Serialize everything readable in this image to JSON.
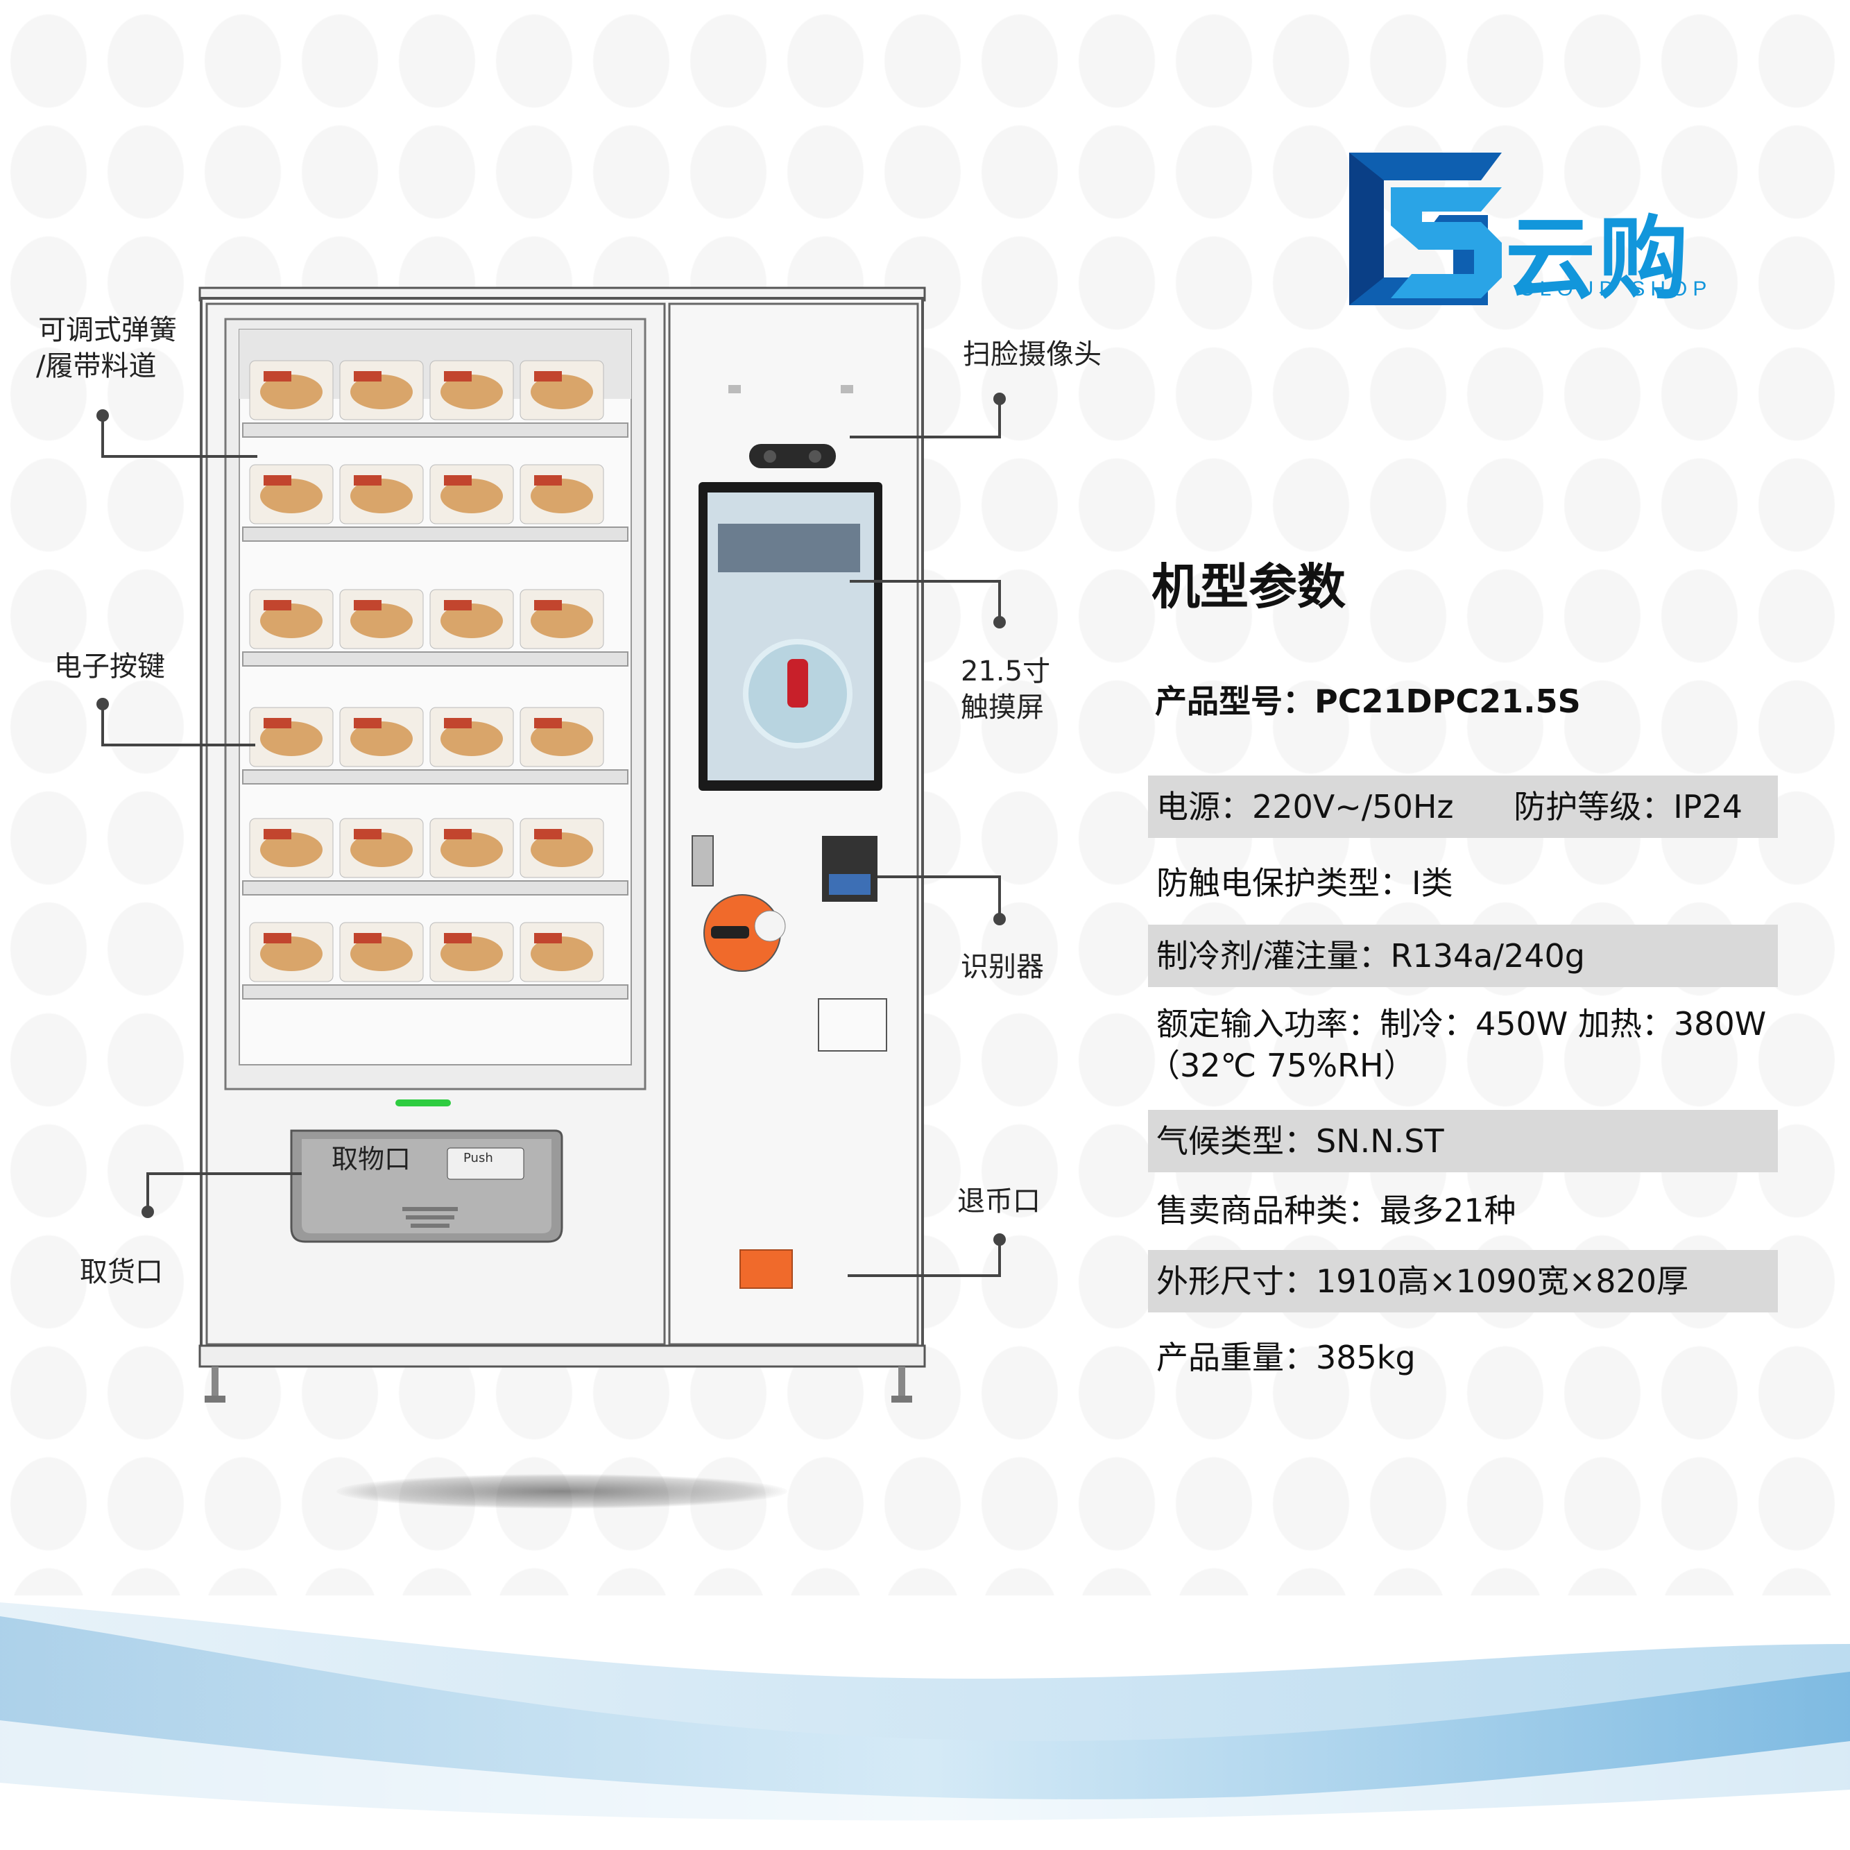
{
  "brand": {
    "name_cn": "云购",
    "name_en": "CLOUD  SHOP"
  },
  "machine": {
    "slot_label": "取物口",
    "push_label": "Push"
  },
  "callouts": {
    "spring_lane": [
      "可调式弹簧",
      "/履带料道"
    ],
    "electronic_keys": "电子按键",
    "pickup_port": "取货口",
    "face_camera": "扫脸摄像头",
    "touchscreen": [
      "21.5寸",
      "触摸屏"
    ],
    "recognizer": "识别器",
    "coin_return": "退币口"
  },
  "specs": {
    "title": "机型参数",
    "model": "产品型号：PC21DPC21.5S",
    "rows": [
      {
        "text": "电源：220V~/50Hz",
        "text2": "防护等级：IP24",
        "shaded": true
      },
      {
        "text": "防触电保护类型：I类",
        "shaded": false
      },
      {
        "text": "制冷剂/灌注量：R134a/240g",
        "shaded": true
      },
      {
        "text": "额定输入功率：制冷：450W 加热：380W",
        "text2": "（32℃ 75%RH）",
        "shaded": false
      },
      {
        "text": "气候类型：SN.N.ST",
        "shaded": true
      },
      {
        "text": "售卖商品种类：最多21种",
        "shaded": false
      },
      {
        "text": "外形尺寸：1910高×1090宽×820厚",
        "shaded": true
      },
      {
        "text": "产品重量：385kg",
        "shaded": false
      }
    ]
  },
  "colors": {
    "brand_blue": "#1296db",
    "accent_orange": "#f06a2b",
    "row_shade": "#d9d9d9"
  }
}
